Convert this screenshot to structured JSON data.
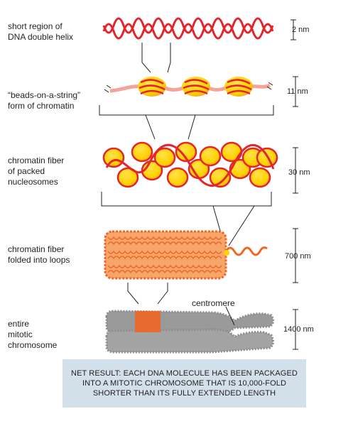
{
  "stages": [
    {
      "label_lines": [
        "short region of",
        "DNA double helix"
      ],
      "scale": "2 nm"
    },
    {
      "label_lines": [
        "“beads-on-a-string”",
        "form of chromatin"
      ],
      "scale": "11 nm"
    },
    {
      "label_lines": [
        "chromatin fiber",
        "of packed",
        "nucleosomes"
      ],
      "scale": "30 nm"
    },
    {
      "label_lines": [
        "chromatin fiber",
        "folded into loops"
      ],
      "scale": "700 nm"
    },
    {
      "label_lines": [
        "entire",
        "mitotic",
        "chromosome"
      ],
      "scale": "1400 nm"
    }
  ],
  "centromere_label": "centromere",
  "net_result": "NET RESULT: EACH DNA MOLECULE HAS BEEN PACKAGED INTO A MITOTIC CHROMOSOME THAT IS 10,000-FOLD SHORTER THAN ITS FULLY EXTENDED LENGTH",
  "colors": {
    "dna_red": "#e3262b",
    "histone_yellow": "#ffd200",
    "histone_orange": "#f5a623",
    "linker_pink": "#f5a39a",
    "chromosome_gray": "#9a9a9a",
    "centromere_orange": "#f26522",
    "net_box_bg": "#d2e0e9"
  }
}
